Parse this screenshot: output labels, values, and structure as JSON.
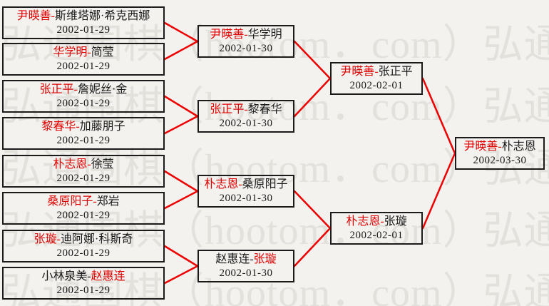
{
  "colors": {
    "background": "#f3f2ef",
    "box_border": "#1b1b1b",
    "text_black": "#1a1a1a",
    "winner_red": "#e00000",
    "line_red": "#ee0000",
    "watermark_gray": "#e8e6e2"
  },
  "watermark": {
    "text": "弘通围棋（hootom．com）弘通"
  },
  "rounds": [
    {
      "name": "round-1",
      "matches": [
        {
          "date": "2002-01-29",
          "segments": [
            {
              "text": "尹暎善-",
              "red": true
            },
            {
              "text": "斯维塔娜·希克西娜",
              "red": false
            }
          ]
        },
        {
          "date": "2002-01-29",
          "segments": [
            {
              "text": "华学明-",
              "red": true
            },
            {
              "text": "简莹",
              "red": false
            }
          ]
        },
        {
          "date": "2002-01-29",
          "segments": [
            {
              "text": "张正平-",
              "red": true
            },
            {
              "text": "詹妮丝·金",
              "red": false
            }
          ]
        },
        {
          "date": "2002-01-29",
          "segments": [
            {
              "text": "黎春华-",
              "red": true
            },
            {
              "text": "加藤朋子",
              "red": false
            }
          ]
        },
        {
          "date": "2002-01-29",
          "segments": [
            {
              "text": "朴志恩-",
              "red": true
            },
            {
              "text": "徐莹",
              "red": false
            }
          ]
        },
        {
          "date": "2002-01-29",
          "segments": [
            {
              "text": "桑原阳子-",
              "red": true
            },
            {
              "text": "郑岩",
              "red": false
            }
          ]
        },
        {
          "date": "2002-01-29",
          "segments": [
            {
              "text": "张璇-",
              "red": true
            },
            {
              "text": "迪阿娜·科斯奇",
              "red": false
            }
          ]
        },
        {
          "date": "2002-01-29",
          "segments": [
            {
              "text": "小林泉美-",
              "red": false
            },
            {
              "text": "赵惠连",
              "red": true
            }
          ]
        }
      ]
    },
    {
      "name": "round-2",
      "matches": [
        {
          "date": "2002-01-30",
          "segments": [
            {
              "text": "尹暎善-",
              "red": true
            },
            {
              "text": "华学明",
              "red": false
            }
          ]
        },
        {
          "date": "2002-01-30",
          "segments": [
            {
              "text": "张正平-",
              "red": true
            },
            {
              "text": "黎春华",
              "red": false
            }
          ]
        },
        {
          "date": "2002-01-30",
          "segments": [
            {
              "text": "朴志恩-",
              "red": true
            },
            {
              "text": "桑原阳子",
              "red": false
            }
          ]
        },
        {
          "date": "2002-01-30",
          "segments": [
            {
              "text": "赵惠连-",
              "red": false
            },
            {
              "text": "张璇",
              "red": true
            }
          ]
        }
      ]
    },
    {
      "name": "semifinal",
      "matches": [
        {
          "date": "2002-02-01",
          "segments": [
            {
              "text": "尹暎善-",
              "red": true
            },
            {
              "text": "张正平",
              "red": false
            }
          ]
        },
        {
          "date": "2002-02-01",
          "segments": [
            {
              "text": "朴志恩-",
              "red": true
            },
            {
              "text": "张璇",
              "red": false
            }
          ]
        }
      ]
    },
    {
      "name": "final",
      "matches": [
        {
          "date": "2002-03-30",
          "segments": [
            {
              "text": "尹暎善-",
              "red": true
            },
            {
              "text": "朴志恩",
              "red": false
            }
          ]
        }
      ]
    }
  ]
}
